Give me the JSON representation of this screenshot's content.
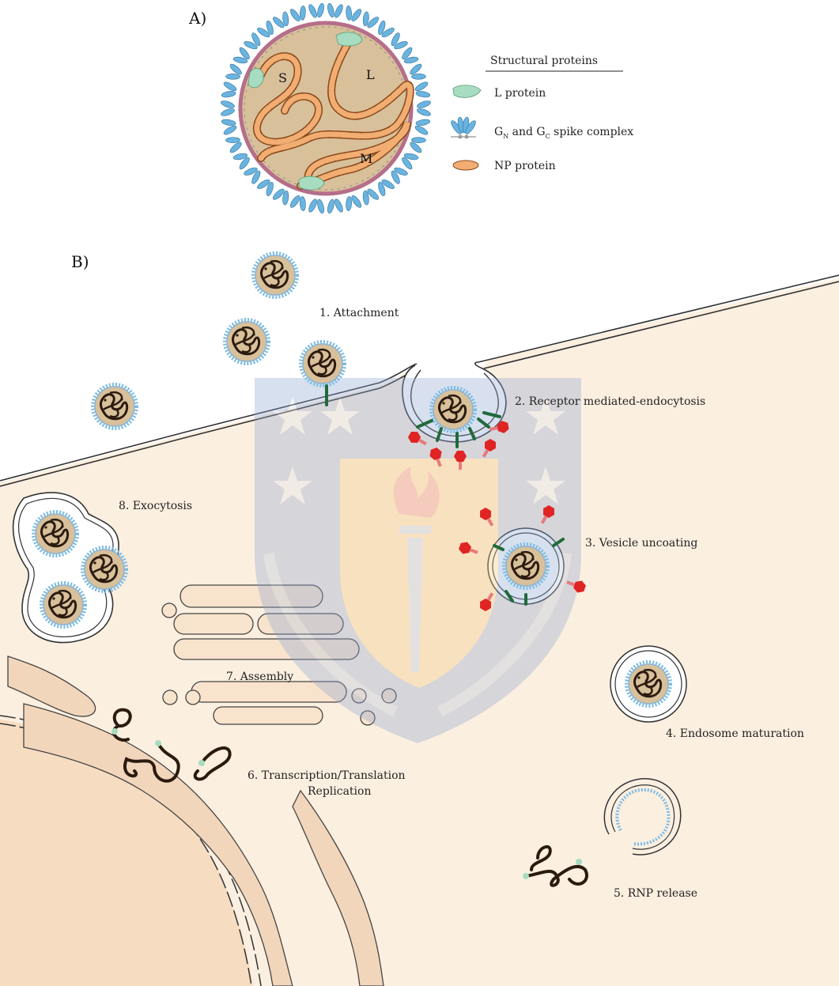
{
  "panel_a": {
    "label": "A)",
    "segments": {
      "s": "S",
      "l": "L",
      "m": "M"
    },
    "legend": {
      "title": "Structural proteins",
      "l_protein": "L protein",
      "spike_g1": "G",
      "spike_n": "N",
      "spike_and": " and G",
      "spike_c": "C",
      "spike_rest": " spike complex",
      "np_protein": "NP protein"
    }
  },
  "panel_b": {
    "label": "B)",
    "steps": {
      "attachment": "1. Attachment",
      "endocytosis": "2. Receptor mediated-endocytosis",
      "uncoating": "3. Vesicle uncoating",
      "maturation": "4. Endosome maturation",
      "rnp_release": "5. RNP release",
      "transcription_1": "6. Transcription/Translation",
      "transcription_2": "Replication",
      "assembly": "7. Assembly",
      "exocytosis": "8. Exocytosis"
    }
  },
  "colors": {
    "cytoplasm": "#fbefe0",
    "nucleus": "#f6dcc1",
    "organelle": "#f8e3cc",
    "spike": "#6ab4e0",
    "virion_core": "#d9c39b",
    "np_protein": "#f2ad72",
    "l_protein": "#a7dcc0",
    "receptor": "#1f6b3a",
    "ligand": "#e02424",
    "watermark_blue": "#8fa7d0",
    "watermark_gold": "#f3c983"
  }
}
